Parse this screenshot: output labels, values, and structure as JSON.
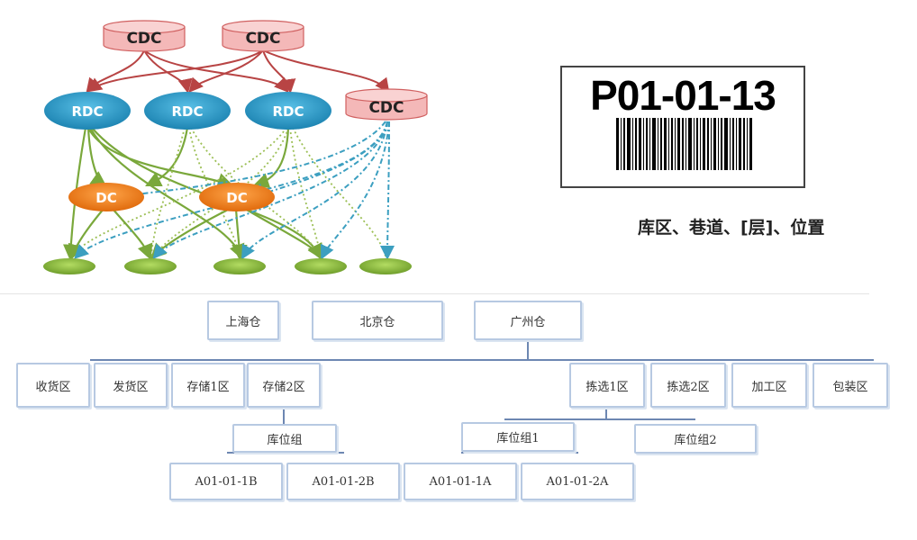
{
  "network": {
    "cdc_top": [
      "CDC",
      "CDC"
    ],
    "rdc": [
      "RDC",
      "RDC",
      "RDC"
    ],
    "cdc_right": "CDC",
    "dc": [
      "DC",
      "DC"
    ],
    "leaves": [
      "",
      "",
      "",
      "",
      ""
    ],
    "colors": {
      "cdc_fill": "#f4b8b8",
      "cdc_border": "#d06060",
      "cdc_text": "#222222",
      "rdc_fill": "#2e9bc6",
      "dc_fill": "#ef7f1a",
      "leaf_fill": "#8fbf3a",
      "red_arrow": "#b84444",
      "green_line": "#7aa83b",
      "teal_dash": "#3c9fc0"
    }
  },
  "location_label": {
    "code": "P01-01-13",
    "description": "库区、巷道、[层]、位置"
  },
  "hierarchy": {
    "warehouses": [
      "上海仓",
      "北京仓",
      "广州仓"
    ],
    "zones_left": [
      "收货区",
      "发货区",
      "存储1区",
      "存储2区"
    ],
    "zones_right": [
      "拣选1区",
      "拣选2区",
      "加工区",
      "包装区"
    ],
    "groups": [
      "库位组",
      "库位组1",
      "库位组2"
    ],
    "slots": [
      "A01-01-1B",
      "A01-01-2B",
      "A01-01-1A",
      "A01-01-2A"
    ]
  }
}
